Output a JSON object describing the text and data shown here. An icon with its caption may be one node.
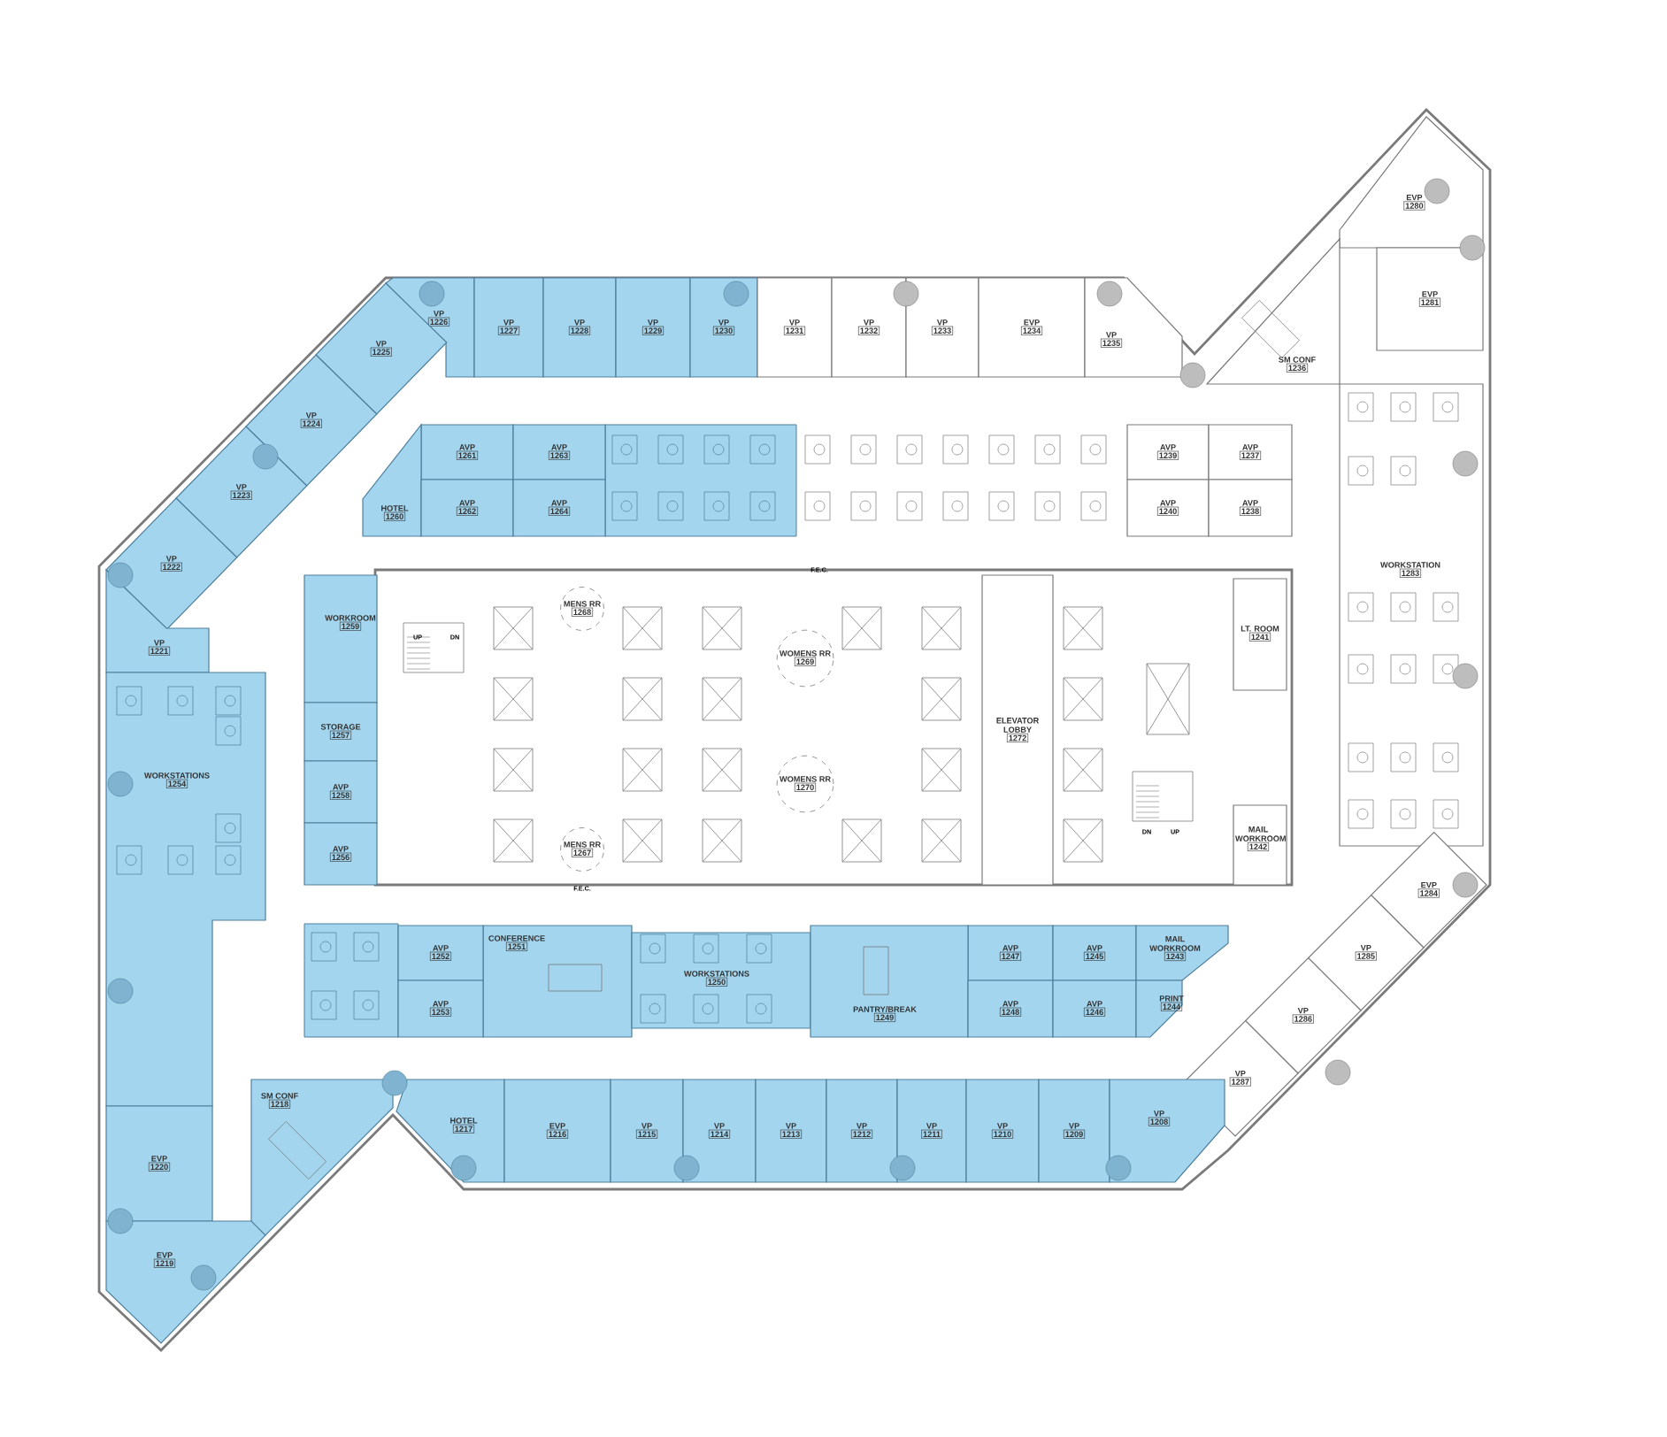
{
  "diagram": {
    "nodes": [
      {
        "text": [
          "EVP",
          "1280"
        ]
      },
      {
        "text": [
          "EVP",
          "1281"
        ]
      },
      {
        "text": [
          "VP",
          "1226"
        ]
      },
      {
        "text": [
          "VP",
          "1227"
        ]
      },
      {
        "text": [
          "VP",
          "1228"
        ]
      },
      {
        "text": [
          "VP",
          "1229"
        ]
      },
      {
        "text": [
          "VP",
          "1230"
        ]
      },
      {
        "text": [
          "VP",
          "1231"
        ]
      },
      {
        "text": [
          "VP",
          "1232"
        ]
      },
      {
        "text": [
          "VP",
          "1233"
        ]
      },
      {
        "text": [
          "EVP",
          "1234"
        ]
      },
      {
        "text": [
          "VP",
          "1235"
        ]
      },
      {
        "text": [
          "SM CONF",
          "1236"
        ]
      },
      {
        "text": [
          "VP",
          "1225"
        ]
      },
      {
        "text": [
          "VP",
          "1224"
        ]
      },
      {
        "text": [
          "AVP",
          "1261"
        ]
      },
      {
        "text": [
          "AVP",
          "1263"
        ]
      },
      {
        "text": [
          "AVP",
          "1239"
        ]
      },
      {
        "text": [
          "AVP",
          "1237"
        ]
      },
      {
        "text": [
          "VP",
          "1223"
        ]
      },
      {
        "text": [
          "HOTEL",
          "1260"
        ]
      },
      {
        "text": [
          "AVP",
          "1262"
        ]
      },
      {
        "text": [
          "AVP",
          "1264"
        ]
      },
      {
        "text": [
          "AVP",
          "1240"
        ]
      },
      {
        "text": [
          "AVP",
          "1238"
        ]
      },
      {
        "text": [
          "VP",
          "1222"
        ]
      },
      {
        "text": [
          "WORKSTATION",
          "1283"
        ]
      },
      {
        "text": [
          "VP",
          "1221"
        ]
      },
      {
        "text": [
          "WORKROOM",
          "1259"
        ]
      },
      {
        "text": [
          "MENS RR",
          "1268"
        ]
      },
      {
        "text": [
          "LT. ROOM",
          "1241"
        ]
      },
      {
        "text": [
          "WOMENS RR",
          "1269"
        ]
      },
      {
        "text": [
          "STORAGE",
          "1257"
        ]
      },
      {
        "text": [
          "ELEVATOR LOBBY",
          "1272"
        ]
      },
      {
        "text": [
          "WORKSTATIONS",
          "1254"
        ]
      },
      {
        "text": [
          "AVP",
          "1258"
        ]
      },
      {
        "text": [
          "WOMENS RR",
          "1270"
        ]
      },
      {
        "text": [
          "MAIL WORKROOM",
          "1242"
        ]
      },
      {
        "text": [
          "AVP",
          "1256"
        ]
      },
      {
        "text": [
          "MENS RR",
          "1267"
        ]
      },
      {
        "text": [
          "EVP",
          "1284"
        ]
      },
      {
        "text": [
          "CONFERENCE",
          "1251"
        ]
      },
      {
        "text": [
          "AVP",
          "1252"
        ]
      },
      {
        "text": [
          "WORKSTATIONS",
          "1250"
        ]
      },
      {
        "text": [
          "AVP",
          "1247"
        ]
      },
      {
        "text": [
          "AVP",
          "1245"
        ]
      },
      {
        "text": [
          "MAIL WORKROOM",
          "1243"
        ]
      },
      {
        "text": [
          "VP",
          "1285"
        ]
      },
      {
        "text": [
          "AVP",
          "1253"
        ]
      },
      {
        "text": [
          "PANTRY/BREAK",
          "1249"
        ]
      },
      {
        "text": [
          "AVP",
          "1248"
        ]
      },
      {
        "text": [
          "AVP",
          "1246"
        ]
      },
      {
        "text": [
          "PRINT",
          "1244"
        ]
      },
      {
        "text": [
          "VP",
          "1286"
        ]
      },
      {
        "text": [
          "SM CONF",
          "1218"
        ]
      },
      {
        "text": [
          "VP",
          "1287"
        ]
      },
      {
        "text": [
          "HOTEL",
          "1217"
        ]
      },
      {
        "text": [
          "EVP",
          "1216"
        ]
      },
      {
        "text": [
          "VP",
          "1215"
        ]
      },
      {
        "text": [
          "VP",
          "1214"
        ]
      },
      {
        "text": [
          "VP",
          "1213"
        ]
      },
      {
        "text": [
          "VP",
          "1212"
        ]
      },
      {
        "text": [
          "VP",
          "1211"
        ]
      },
      {
        "text": [
          "VP",
          "1210"
        ]
      },
      {
        "text": [
          "VP",
          "1209"
        ]
      },
      {
        "text": [
          "VP",
          "1208"
        ]
      },
      {
        "text": [
          "EVP",
          "1220"
        ]
      },
      {
        "text": [
          "EVP",
          "1219"
        ]
      }
    ],
    "labels": [
      "UP",
      "DN",
      "DN",
      "UP",
      "F.E.C.",
      "F.E.C."
    ]
  }
}
